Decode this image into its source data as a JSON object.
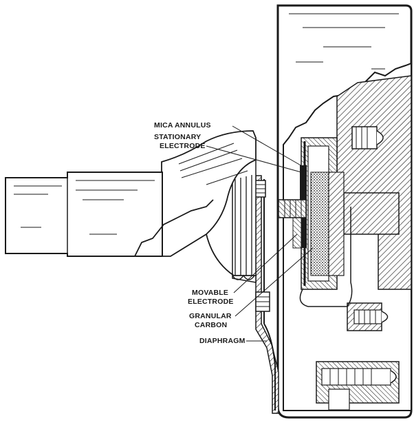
{
  "labels": {
    "mica_annulus": "MICA ANNULUS",
    "stationary_electrode_1": "STATIONARY",
    "stationary_electrode_2": "ELECTRODE",
    "movable_electrode_1": "MOVABLE",
    "movable_electrode_2": "ELECTRODE",
    "granular_carbon_1": "GRANULAR",
    "granular_carbon_2": "CARBON",
    "diaphragm": "DIAPHRAGM"
  },
  "colors": {
    "ink": "#1a1a1a",
    "paper": "#ffffff"
  }
}
